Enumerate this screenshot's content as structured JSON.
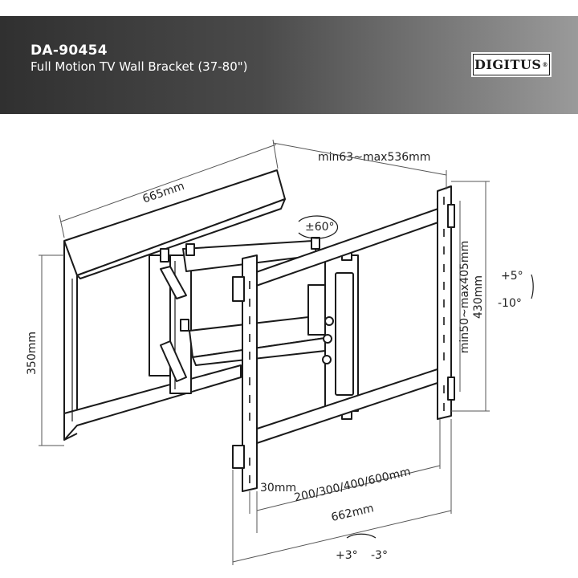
{
  "header": {
    "model": "DA-90454",
    "product": "Full Motion TV Wall Bracket (37-80\")",
    "brand": "DIGITUS",
    "brand_mark": "®"
  },
  "dimensions": {
    "depth": "min63~max536mm",
    "plate_width": "665mm",
    "plate_height": "350mm",
    "vesa_vertical": "min50~max405mm",
    "frame_height": "430mm",
    "hole_offset": "30mm",
    "vesa_horizontal": "200/300/400/600mm",
    "frame_width": "662mm"
  },
  "angles": {
    "swivel": "±60°",
    "tilt_up": "+5°",
    "tilt_down": "-10°",
    "level_plus": "+3°",
    "level_minus": "-3°"
  },
  "colors": {
    "line": "#1a1a1a",
    "dimension_line": "#555555"
  }
}
